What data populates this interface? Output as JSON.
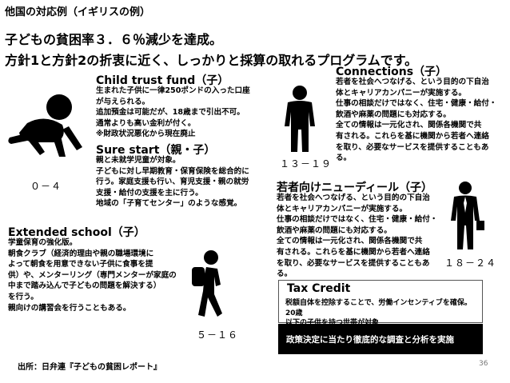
{
  "header": {
    "small_title": "他国の対応例（イギリスの例）",
    "line1": "子どもの貧困率３．６％減少を達成。",
    "line2": "方針1と方針2の折衷に近く、しっかりと採算の取れるプログラムです。"
  },
  "sections": {
    "child_trust_fund": {
      "title": "Child trust fund（子）",
      "body": "生まれた子供に一律250ポンドの入った口座\nが与えられる。\n追加預金は可能だが、18歳まで引出不可。\n通常よりも高い金利が付く。\n※財政状況悪化から現在廃止"
    },
    "sure_start": {
      "title": "Sure start（親・子）",
      "body": "親と未就学児童が対象。\n子どもに対し早期教育・保育保険を総合的に\n行う。家庭支援も行い、育児支援・親の就労\n支援・給付の支援を主に行う。\n地域の「子育てセンター」のような感覚。"
    },
    "connections": {
      "title": "Connections（子）",
      "body": "若者を社会へつなげる、という目的の下自治\n体とキャリアカンパニーが実施する。\n仕事の相談だけではなく、住宅・健康・給付・\n飲酒や麻薬の問題にも対応する。\n全ての情報は一元化され、関係各機関で共\n有される。これらを基に機関から若者へ連絡\nを取り、必要なサービスを提供することもあ\nる。"
    },
    "new_deal": {
      "title": "若者向けニューディール（子）",
      "body": "若者を社会へつなげる、という目的の下自治\n体とキャリアカンパニーが実施する。\n仕事の相談だけではなく、住宅・健康・給付・\n飲酒や麻薬の問題にも対応する。\n全ての情報は一元化され、関係各機関で共\n有される。これらを基に機関から若者へ連絡\nを取り、必要なサービスを提供することもあ\nる。"
    },
    "extended_school": {
      "title": "Extended school（子）",
      "body": "学童保育の強化版。\n朝食クラブ（経済的理由や親の職場環境に\nよって朝食を用意できない子供に食事を提\n供）や、メンターリング（専門メンターが家庭の\n中まで踏み込んで子どもの問題を解決する）\nを行う。\n親向けの講習会を行うこともある。"
    },
    "tax_credit": {
      "title": "Tax Credit",
      "body": "税額自体を控除することで、労働インセンティブを確保。20歳\n以下の子供を持つ世帯が対象"
    }
  },
  "ages": {
    "baby": "０－４",
    "child": "５－１６",
    "teen": "１３－１９",
    "adult": "１８－２４"
  },
  "policy": "政策決定に当たり徹底的な調査と分析を実施",
  "footer": {
    "source": "出所：日弁連『子どもの貧困レポート』",
    "page": "36"
  }
}
